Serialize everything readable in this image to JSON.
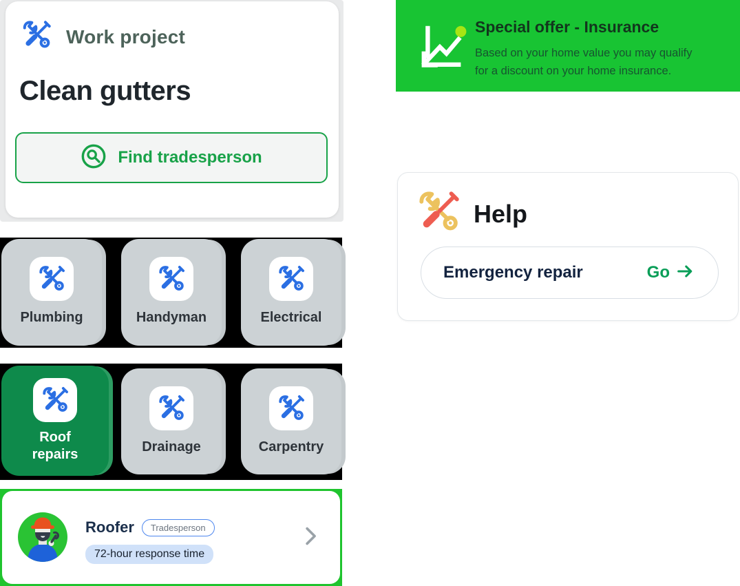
{
  "colors": {
    "accent_green": "#18a248",
    "banner_green": "#18c433",
    "selected_tile_green": "#0e8a4b",
    "result_border_green": "#1fc42e",
    "tool_icon_blue": "#2b6fe3",
    "help_icon_red": "#ee5d51",
    "help_icon_yellow": "#ecc25e",
    "tile_gray": "#ccd2d5",
    "go_green": "#0a9e58",
    "response_pill_blue": "#d0e1f9",
    "offer_dot_lime": "#a6e514"
  },
  "work_card": {
    "header": "Work project",
    "title": "Clean gutters",
    "find_button": "Find tradesperson"
  },
  "tiles": [
    {
      "label": "Plumbing",
      "selected": false
    },
    {
      "label": "Handyman",
      "selected": false
    },
    {
      "label": "Electrical",
      "selected": false
    },
    {
      "label": "Roof repairs",
      "selected": true
    },
    {
      "label": "Drainage",
      "selected": false
    },
    {
      "label": "Carpentry",
      "selected": false
    }
  ],
  "tradesperson_card": {
    "name": "Roofer",
    "badge": "Tradesperson",
    "response_time": "72-hour response time"
  },
  "offer_banner": {
    "title": "Special offer - Insurance",
    "line1": "Based on your home value you may qualify",
    "line2": "for a discount on your home insurance."
  },
  "help_card": {
    "header": "Help",
    "item_label": "Emergency repair",
    "action_label": "Go"
  }
}
